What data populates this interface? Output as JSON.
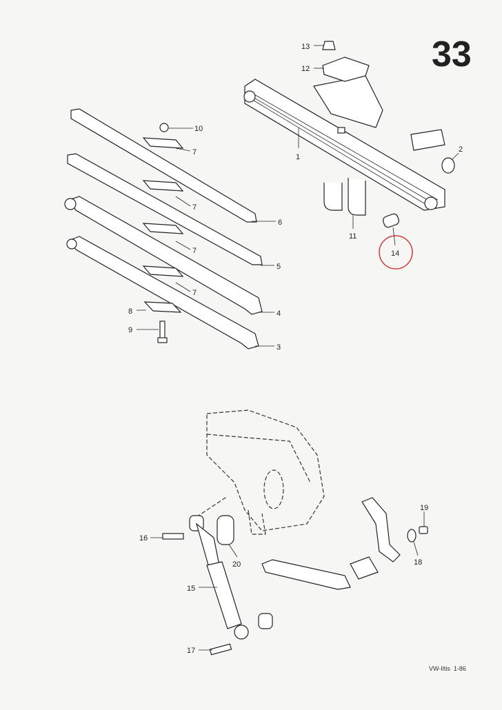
{
  "page_number": "33",
  "footer": "VW-Iltis  1-86",
  "highlight_color": "#d23a3a",
  "labels": {
    "p1": "1",
    "p2": "2",
    "p3": "3",
    "p4": "4",
    "p5": "5",
    "p6": "6",
    "p7a": "7",
    "p7b": "7",
    "p7c": "7",
    "p7d": "7",
    "p8": "8",
    "p9": "9",
    "p10": "10",
    "p11": "11",
    "p12": "12",
    "p13": "13",
    "p14": "14",
    "p15": "15",
    "p16": "16",
    "p17": "17",
    "p18": "18",
    "p19": "19",
    "p20": "20"
  }
}
